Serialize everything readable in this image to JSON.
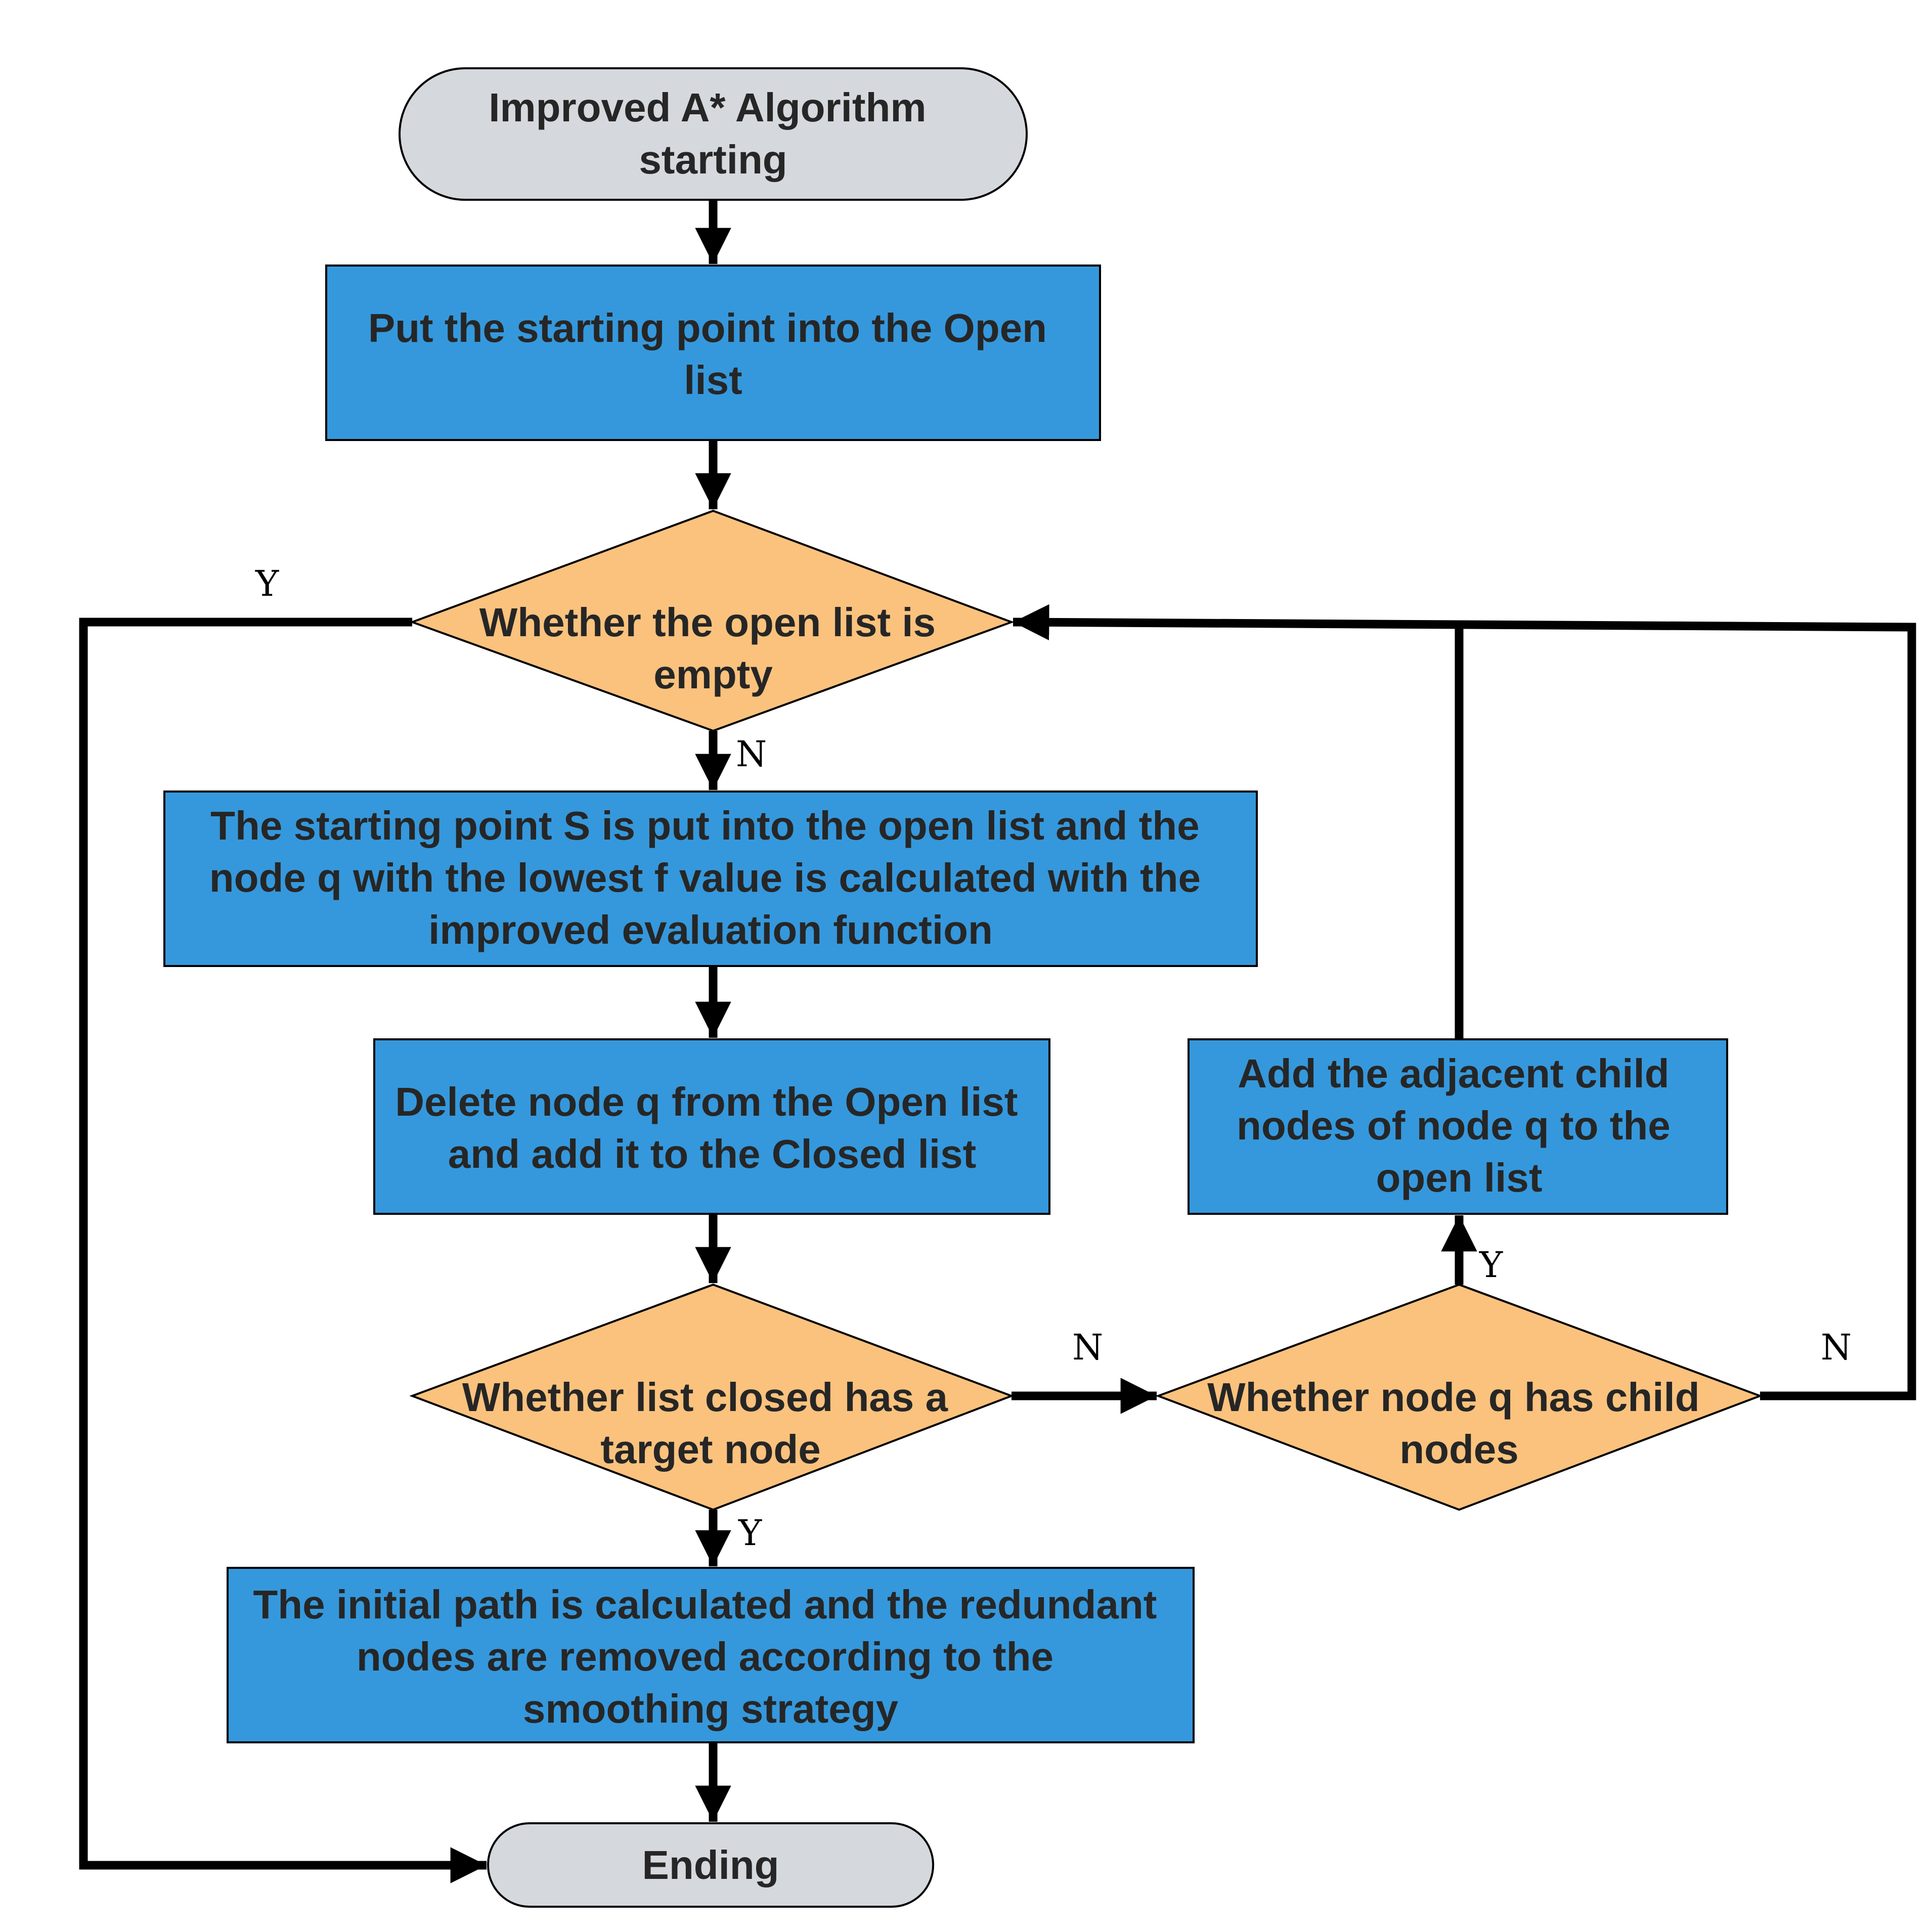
{
  "colors": {
    "terminal_fill": "#d5d8dd",
    "process_fill": "#3598dc",
    "decision_fill": "#fac27d",
    "stroke": "#000000",
    "text": "#262626"
  },
  "nodes": {
    "start": {
      "shape": "terminal",
      "lines": [
        "Improved A* Algorithm",
        "starting"
      ]
    },
    "put_start": {
      "shape": "process",
      "lines": [
        "Put the starting point into the Open",
        "list"
      ]
    },
    "open_empty": {
      "shape": "decision",
      "lines": [
        "Whether the open list is",
        "empty"
      ]
    },
    "compute_q": {
      "shape": "process",
      "lines": [
        "The starting point S is put into the open list and the",
        "node q with the lowest f value is calculated with the",
        "improved evaluation function"
      ]
    },
    "delete_q": {
      "shape": "process",
      "lines": [
        "Delete node q from the Open list",
        "and add it to the Closed list"
      ]
    },
    "closed_target": {
      "shape": "decision",
      "lines": [
        "Whether list closed has a",
        "target node"
      ]
    },
    "initial_path": {
      "shape": "process",
      "lines": [
        "The initial path is calculated and the redundant",
        "nodes are removed according to the",
        "smoothing strategy"
      ]
    },
    "end": {
      "shape": "terminal",
      "lines": [
        "Ending"
      ]
    },
    "has_children": {
      "shape": "decision",
      "lines": [
        "Whether node q has child",
        "nodes"
      ]
    },
    "add_children": {
      "shape": "process",
      "lines": [
        "Add the adjacent child",
        "nodes of node q to the",
        "open list"
      ]
    }
  },
  "edges": [
    {
      "from": "start",
      "to": "put_start",
      "label": ""
    },
    {
      "from": "put_start",
      "to": "open_empty",
      "label": ""
    },
    {
      "from": "open_empty",
      "to": "compute_q",
      "label": "N"
    },
    {
      "from": "open_empty",
      "to": "end",
      "label": "Y"
    },
    {
      "from": "compute_q",
      "to": "delete_q",
      "label": ""
    },
    {
      "from": "delete_q",
      "to": "closed_target",
      "label": ""
    },
    {
      "from": "closed_target",
      "to": "initial_path",
      "label": "Y"
    },
    {
      "from": "closed_target",
      "to": "has_children",
      "label": "N"
    },
    {
      "from": "initial_path",
      "to": "end",
      "label": ""
    },
    {
      "from": "has_children",
      "to": "add_children",
      "label": "Y"
    },
    {
      "from": "has_children",
      "to": "open_empty",
      "label": "N"
    },
    {
      "from": "add_children",
      "to": "open_empty",
      "label": ""
    }
  ]
}
